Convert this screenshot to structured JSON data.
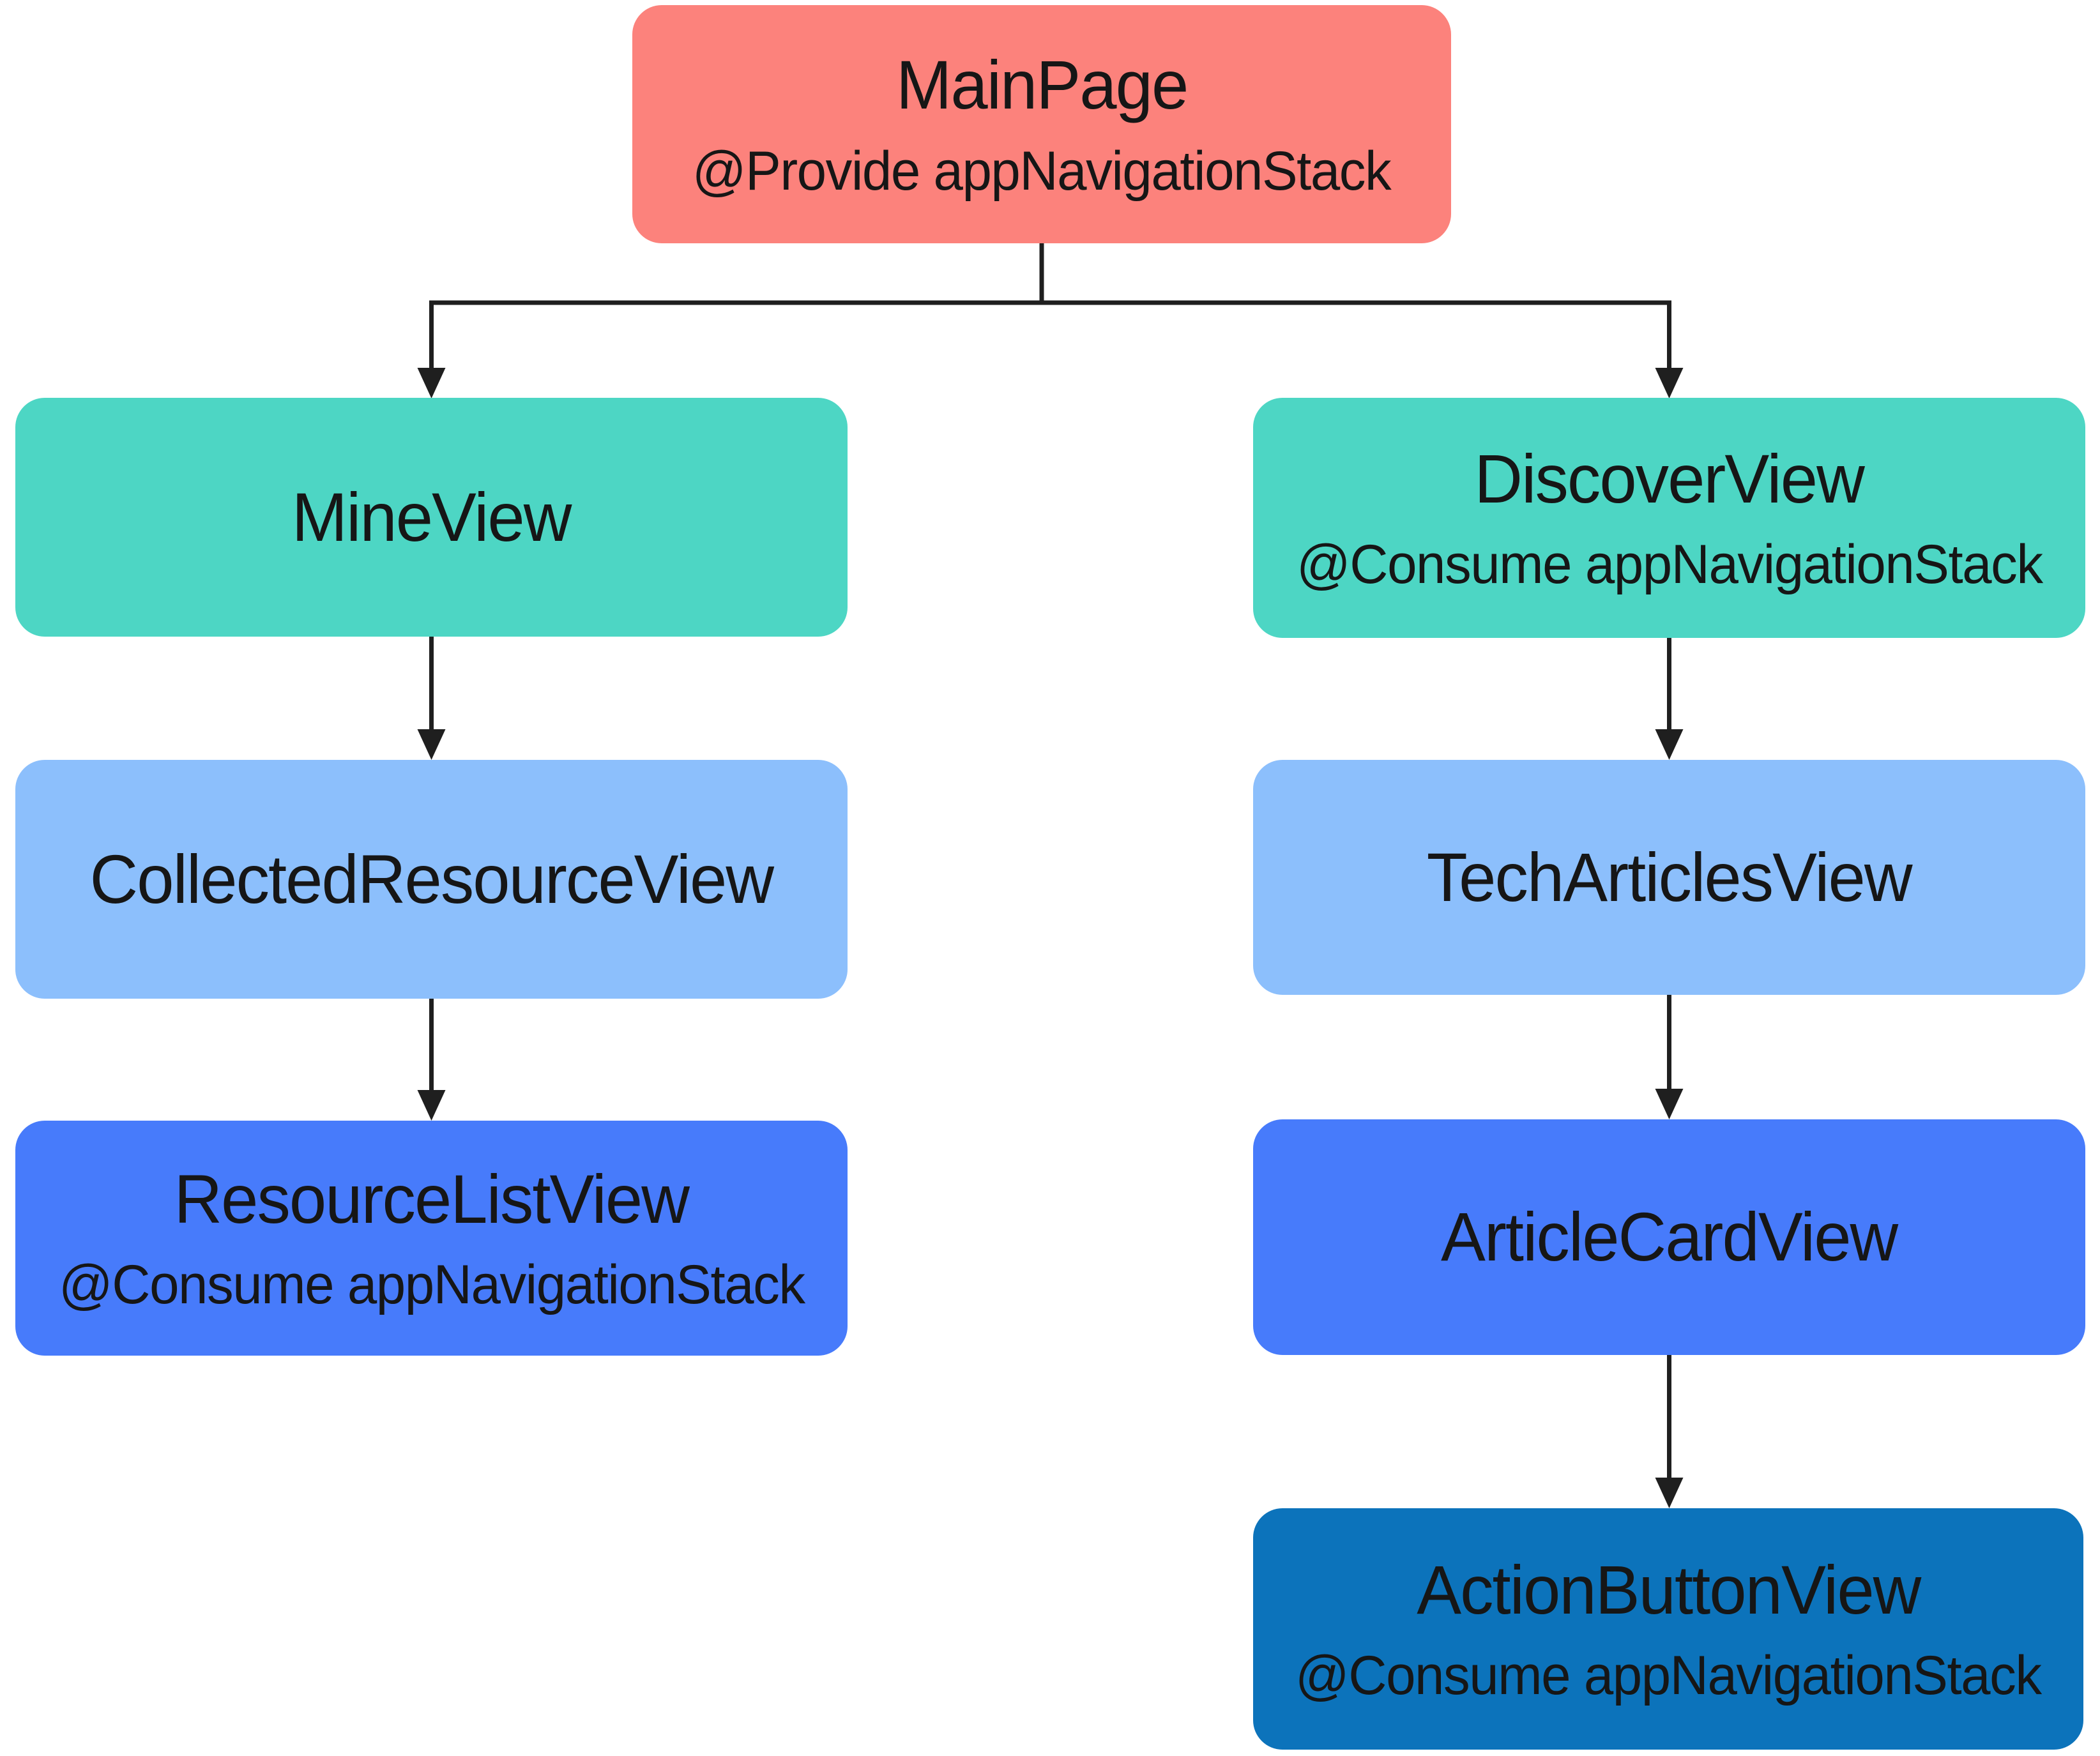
{
  "figure": {
    "background": "#FFFFFF",
    "text_color": "#161616",
    "line_color": "#1F1F1F"
  },
  "nodes": {
    "main_page": {
      "title": "MainPage",
      "subtitle": "@Provide appNavigationStack",
      "fill": "#FC827C"
    },
    "mine_view": {
      "title": "MineView",
      "fill": "#4DD6C4"
    },
    "discover_view": {
      "title": "DiscoverView",
      "subtitle": "@Consume appNavigationStack",
      "fill": "#4DD6C4"
    },
    "collected_resource_view": {
      "title": "CollectedResourceView",
      "fill": "#8CBFFC"
    },
    "tech_articles_view": {
      "title": "TechArticlesView",
      "fill": "#8CBFFC"
    },
    "resource_list_view": {
      "title": "ResourceListView",
      "subtitle": "@Consume appNavigationStack",
      "fill": "#477BFB"
    },
    "article_card_view": {
      "title": "ArticleCardView",
      "fill": "#477BFB"
    },
    "action_button_view": {
      "title": "ActionButtonView",
      "subtitle": "@Consume appNavigationStack",
      "fill": "#0C73BB"
    }
  },
  "edges": [
    {
      "from": "MainPage",
      "to": "MineView"
    },
    {
      "from": "MainPage",
      "to": "DiscoverView"
    },
    {
      "from": "MineView",
      "to": "CollectedResourceView"
    },
    {
      "from": "CollectedResourceView",
      "to": "ResourceListView"
    },
    {
      "from": "DiscoverView",
      "to": "TechArticlesView"
    },
    {
      "from": "TechArticlesView",
      "to": "ArticleCardView"
    },
    {
      "from": "ArticleCardView",
      "to": "ActionButtonView"
    }
  ]
}
